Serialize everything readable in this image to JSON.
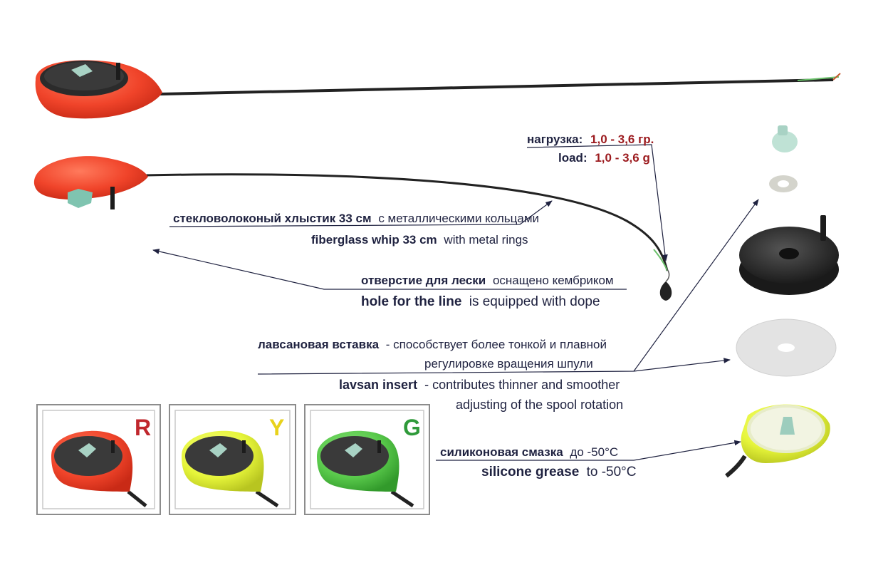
{
  "colors": {
    "red_handle": "#f0442a",
    "yellow_handle": "#e6f53a",
    "green_handle": "#59c94b",
    "label_text": "#1f2240",
    "accent_red": "#9c1b1f",
    "letter_yellow": "#e8d21c",
    "letter_green": "#2f9a3a"
  },
  "load": {
    "ru_label": "нагрузка:",
    "ru_value": "1,0 - 3,6 гр.",
    "en_label": "load:",
    "en_value": "1,0 - 3,6 g"
  },
  "whip": {
    "ru_bold": "стекловолоконый хлыстик 33 см",
    "ru_rest": "с металлическими кольцами",
    "en_bold": "fiberglass whip 33 cm",
    "en_rest": "with metal rings"
  },
  "hole": {
    "ru_bold": "отверстие для лески",
    "ru_rest": "оснащено кембриком",
    "en_bold": "hole for the line",
    "en_rest": "is equipped with dope"
  },
  "insert": {
    "ru_bold": "лавсановая вставка",
    "ru_rest1": "- способствует более тонкой и плавной",
    "ru_rest2": "регулировке вращения шпули",
    "en_bold": "lavsan insert",
    "en_rest1": "- contributes thinner and smoother",
    "en_rest2": "adjusting of the spool rotation"
  },
  "grease": {
    "ru_bold": "силиконовая смазка",
    "ru_rest": "до -50°С",
    "en_bold": "silicone grease",
    "en_rest": "to -50°C"
  },
  "variants": [
    {
      "letter": "R",
      "color_name": "red"
    },
    {
      "letter": "Y",
      "color_name": "yellow"
    },
    {
      "letter": "G",
      "color_name": "green"
    }
  ]
}
